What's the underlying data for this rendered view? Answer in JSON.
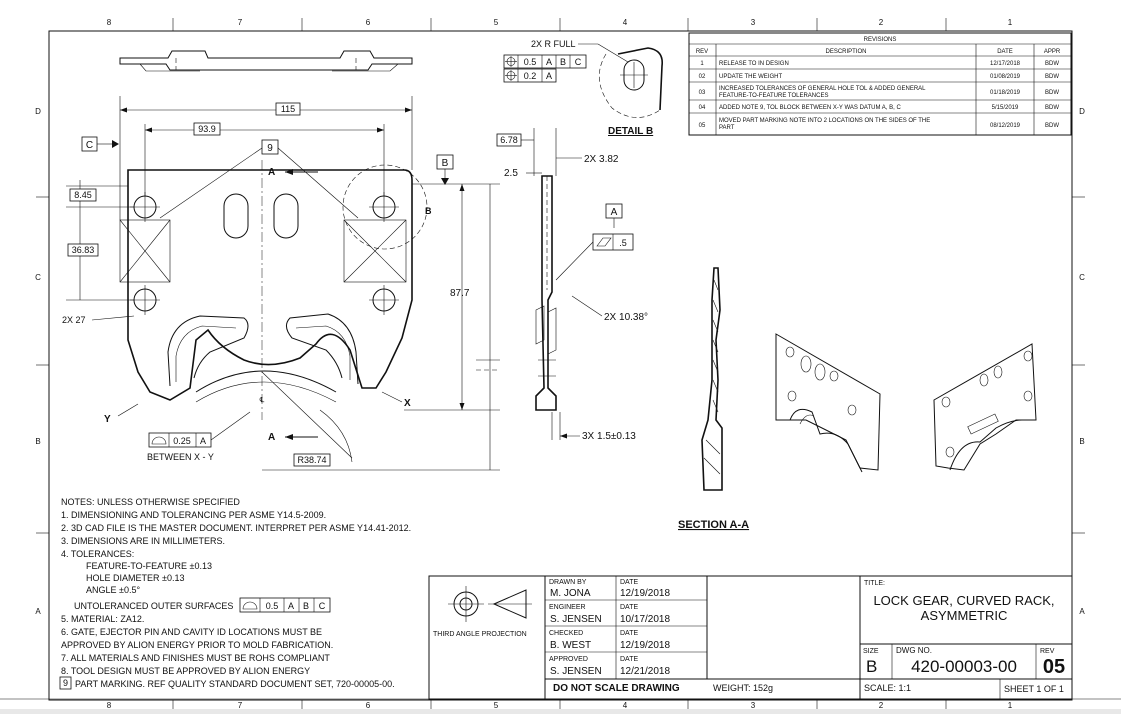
{
  "zones": {
    "columns": [
      "8",
      "7",
      "6",
      "5",
      "4",
      "3",
      "2",
      "1"
    ],
    "rows": [
      "D",
      "C",
      "B",
      "A"
    ]
  },
  "revisions": {
    "title": "REVISIONS",
    "headers": {
      "rev": "REV",
      "description": "DESCRIPTION",
      "date": "DATE",
      "appr": "APPR"
    },
    "rows": [
      {
        "rev": "1",
        "description": [
          "RELEASE TO IN DESIGN"
        ],
        "date": "12/17/2018",
        "appr": "BDW"
      },
      {
        "rev": "02",
        "description": [
          "UPDATE THE WEIGHT"
        ],
        "date": "01/08/2019",
        "appr": "BDW"
      },
      {
        "rev": "03",
        "description": [
          "INCREASED TOLERANCES OF GENERAL HOLE TOL & ADDED GENERAL",
          "FEATURE-TO-FEATURE TOLERANCES"
        ],
        "date": "01/18/2019",
        "appr": "BDW"
      },
      {
        "rev": "04",
        "description": [
          "ADDED NOTE 9, TOL BLOCK BETWEEN X-Y WAS DATUM A, B, C"
        ],
        "date": "5/15/2019",
        "appr": "BDW"
      },
      {
        "rev": "05",
        "description": [
          "MOVED PART MARKING NOTE INTO 2 LOCATIONS ON THE SIDES OF THE",
          "PART"
        ],
        "date": "08/12/2019",
        "appr": "BDW"
      }
    ]
  },
  "detail_b": {
    "label": "DETAIL B",
    "radius_note": "2X R FULL",
    "fcf1": [
      "0.5",
      "A",
      "B",
      "C"
    ],
    "fcf2": [
      "0.2",
      "A"
    ]
  },
  "front_view": {
    "dim_115": "115",
    "dim_93_9": "93.9",
    "dim_8_45": "8.45",
    "dim_36_83": "36.83",
    "dim_2x27": "2X 27",
    "dim_87_7": "87.7",
    "dim_r38_74": "R38.74",
    "datum_c": "C",
    "datum_b": "B",
    "balloon_9": "9",
    "section_a": "A",
    "detail_b_callout": "B",
    "point_x": "X",
    "point_y": "Y",
    "profile_tol": "0.25",
    "profile_datum": "A",
    "between_note": "BETWEEN X - Y"
  },
  "side_view": {
    "dim_6_78": "6.78",
    "dim_2_5": "2.5",
    "dim_2x3_82": "2X 3.82",
    "dim_2x10_38": "2X 10.38°",
    "dim_3x1_5": "3X 1.5±0.13",
    "datum_a": "A",
    "flatness": ".5"
  },
  "section_label": "SECTION A-A",
  "notes": {
    "header": "NOTES: UNLESS OTHERWISE SPECIFIED",
    "items": [
      "1.  DIMENSIONING AND TOLERANCING PER ASME Y14.5-2009.",
      "2.  3D CAD FILE IS THE MASTER DOCUMENT.  INTERPRET PER ASME Y14.41-2012.",
      "3.  DIMENSIONS ARE IN MILLIMETERS.",
      "4.  TOLERANCES:"
    ],
    "tolerances": [
      "FEATURE-TO-FEATURE ±0.13",
      "HOLE DIAMETER ±0.13",
      "ANGLE ±0.5°"
    ],
    "outer_surfaces": "UNTOLERANCED OUTER SURFACES",
    "outer_fcf": [
      "0.5",
      "A",
      "B",
      "C"
    ],
    "items2": [
      "5.  MATERIAL: ZA12.",
      "6.  GATE, EJECTOR PIN AND CAVITY ID LOCATIONS MUST BE",
      "     APPROVED BY ALION ENERGY PRIOR TO MOLD FABRICATION.",
      "7.  ALL MATERIALS AND FINISHES MUST BE ROHS COMPLIANT",
      "8.  TOOL DESIGN MUST BE APPROVED BY ALION ENERGY"
    ],
    "note9_num": "9",
    "note9": "PART MARKING. REF QUALITY STANDARD DOCUMENT SET, 720-00005-00."
  },
  "title_block": {
    "projection": "THIRD ANGLE PROJECTION",
    "drawn_by_label": "DRAWN BY",
    "drawn_by": "M. JONA",
    "engineer_label": "ENGINEER",
    "engineer": "S. JENSEN",
    "checked_label": "CHECKED",
    "checked": "B. WEST",
    "approved_label": "APPROVED",
    "approved": "S. JENSEN",
    "date_label": "DATE",
    "date_drawn": "12/19/2018",
    "date_engineer": "10/17/2018",
    "date_checked": "12/19/2018",
    "date_approved": "12/21/2018",
    "title_label": "TITLE:",
    "title_line1": "LOCK GEAR, CURVED RACK,",
    "title_line2": "ASYMMETRIC",
    "size_label": "SIZE",
    "size": "B",
    "dwg_label": "DWG NO.",
    "dwg_no": "420-00003-00",
    "rev_label": "REV",
    "rev": "05",
    "do_not_scale": "DO NOT SCALE DRAWING",
    "weight": "WEIGHT:  152g",
    "scale": "SCALE:   1:1",
    "sheet": "SHEET  1  OF  1"
  }
}
